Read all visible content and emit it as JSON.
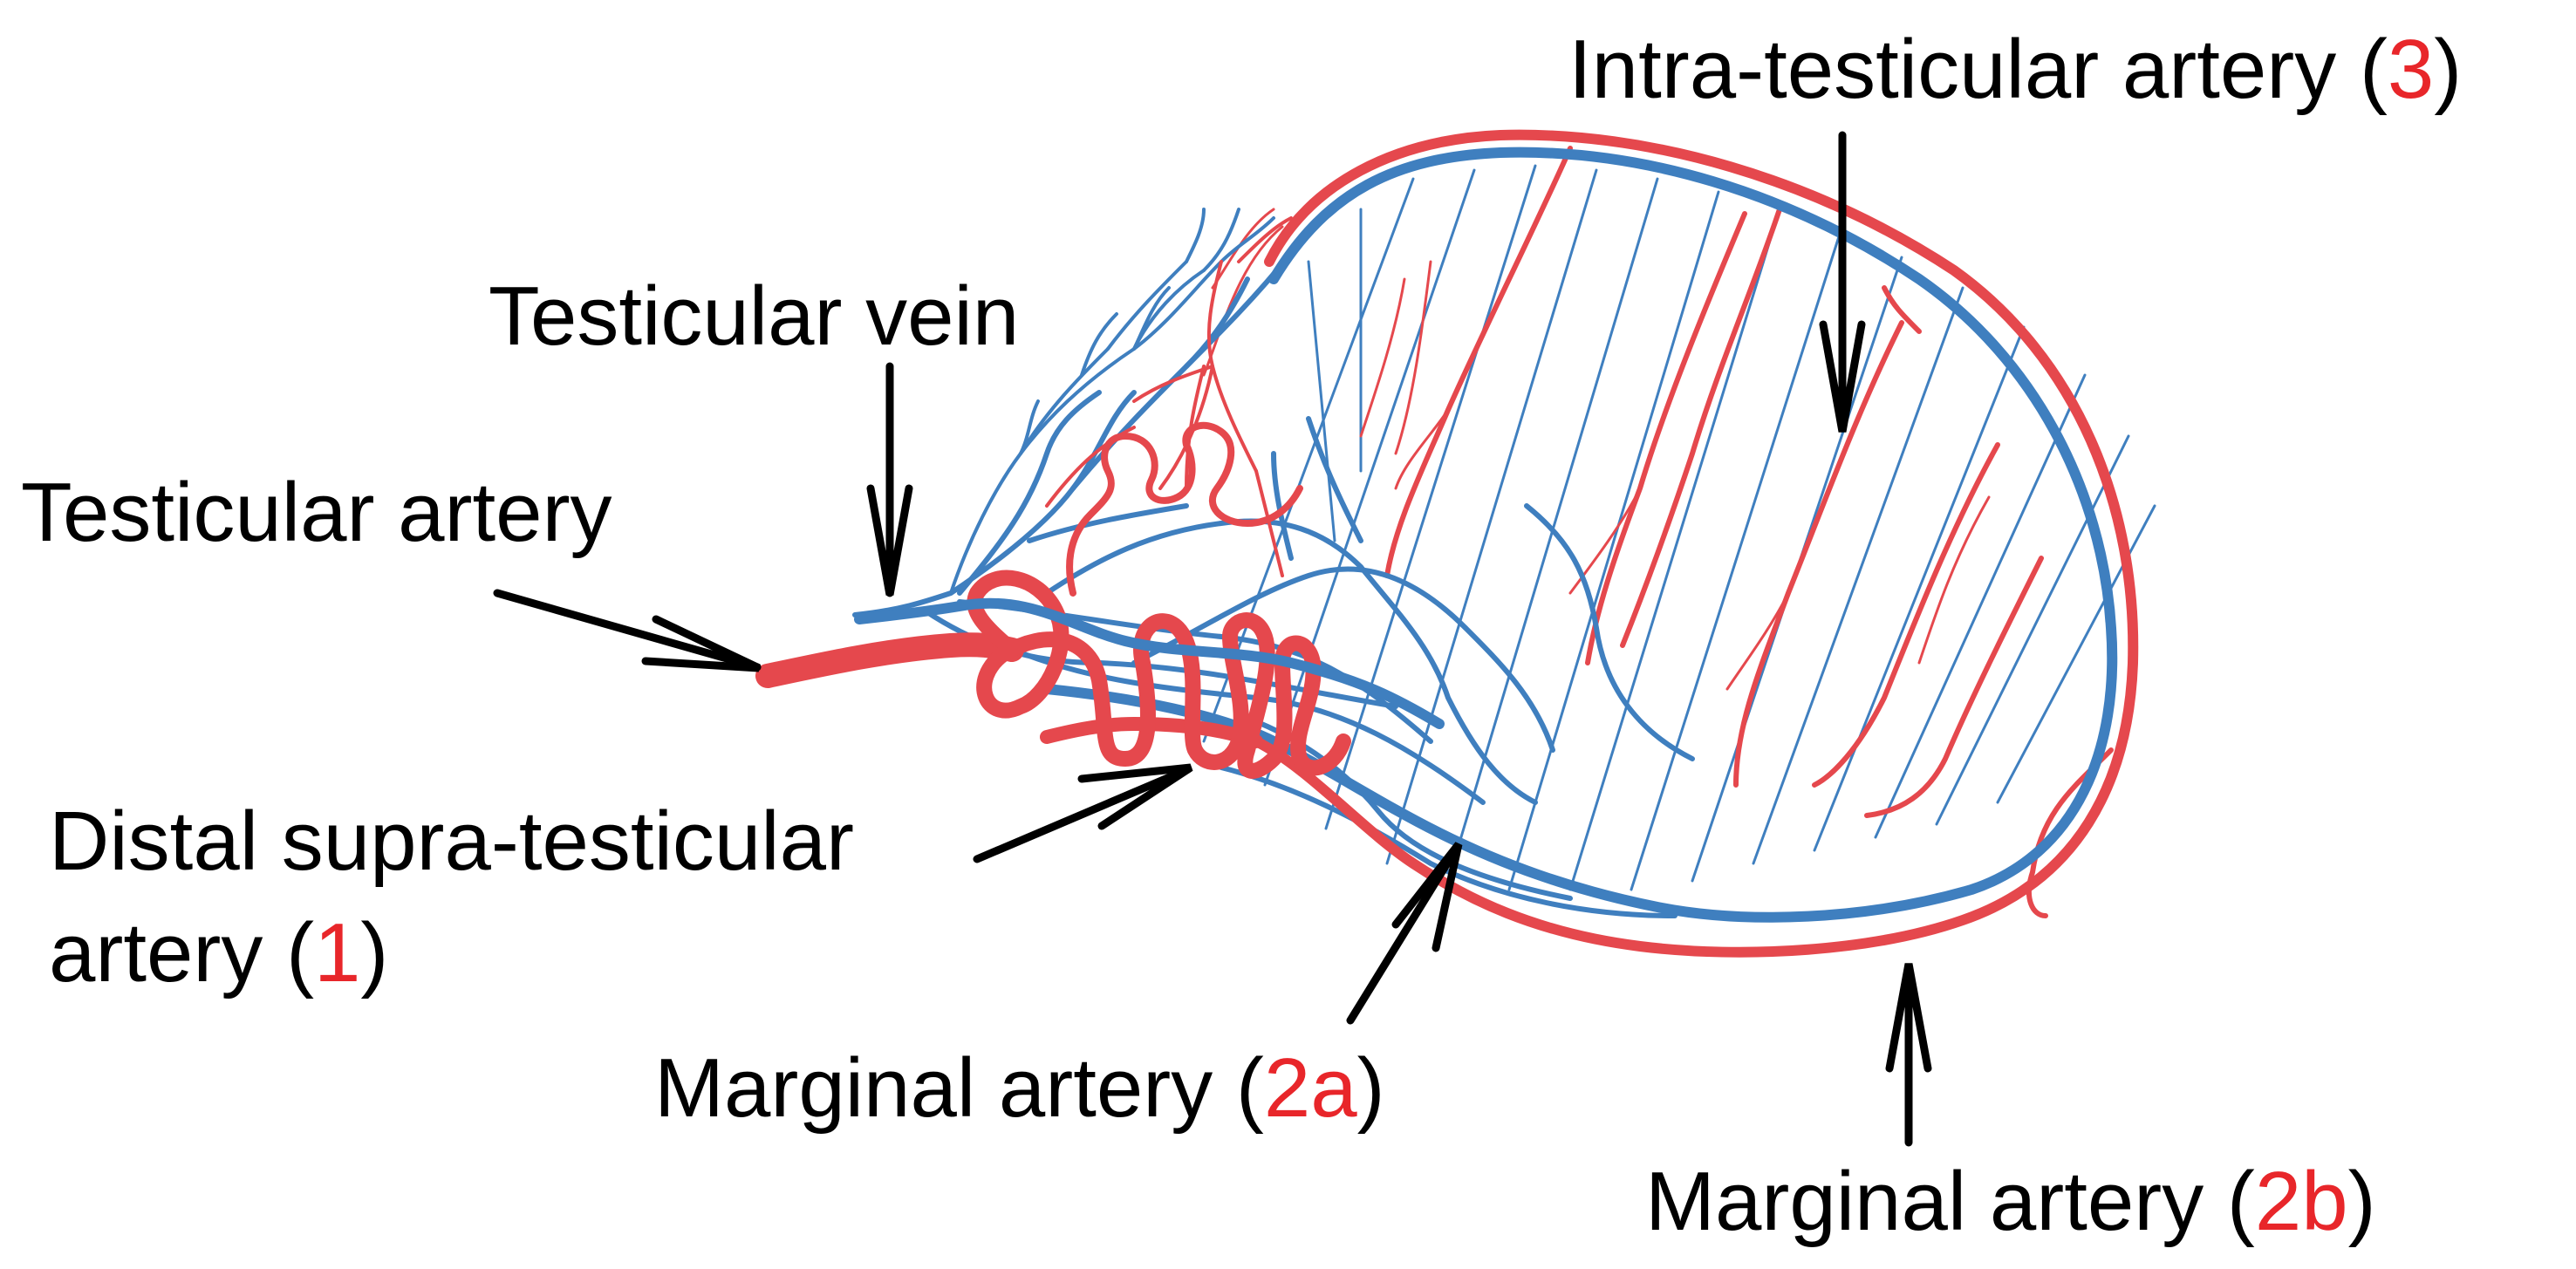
{
  "labels": {
    "intra_testicular": {
      "text": "Intra-testicular artery (",
      "number": "3",
      "close": ")"
    },
    "testicular_vein": {
      "text": "Testicular vein"
    },
    "testicular_artery": {
      "text": "Testicular artery"
    },
    "distal_supra_line1": {
      "text": "Distal supra-testicular"
    },
    "distal_supra_line2": {
      "text": "artery (",
      "number": "1",
      "close": ")"
    },
    "marginal_2a": {
      "text": "Marginal artery (",
      "number": "2a",
      "close": ")"
    },
    "marginal_2b": {
      "text": "Marginal artery (",
      "number": "2b",
      "close": ")"
    }
  },
  "colors": {
    "artery": "#e5484d",
    "vein": "#3f7fbf",
    "label_text": "#000000",
    "label_number": "#e8262a"
  }
}
